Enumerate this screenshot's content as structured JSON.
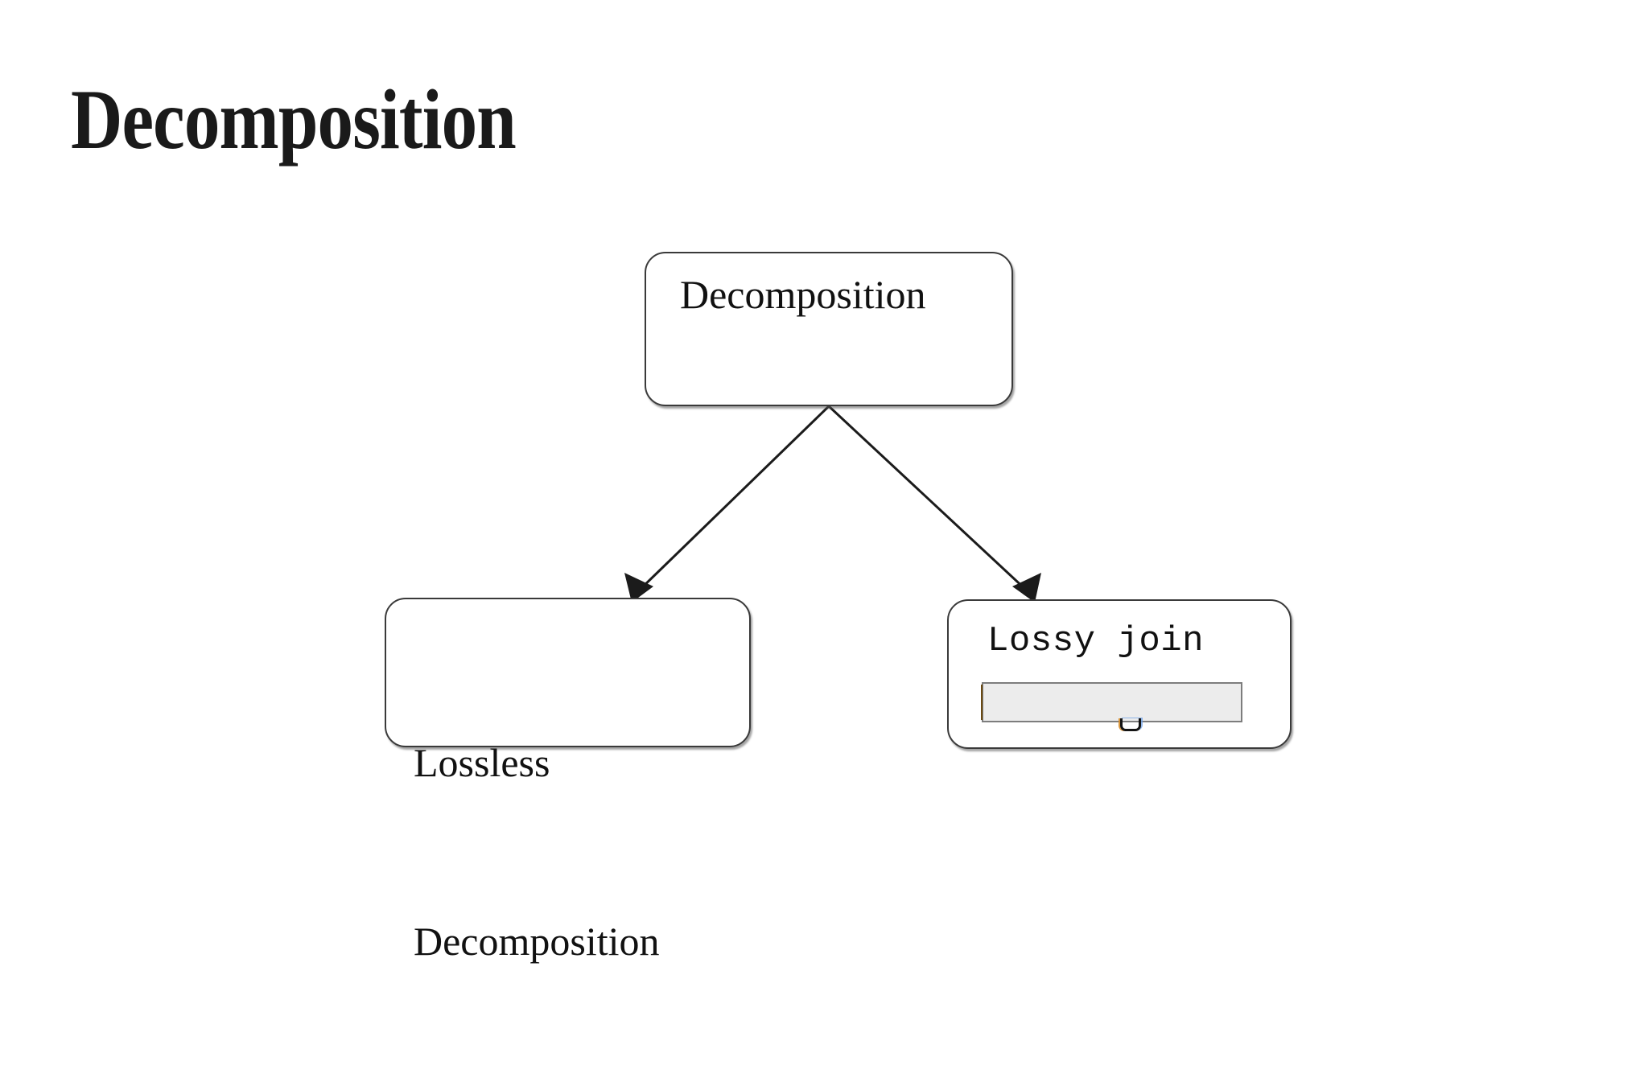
{
  "slide": {
    "title": "Decomposition",
    "background_color": "#ffffff"
  },
  "diagram": {
    "type": "tree",
    "nodes": [
      {
        "id": "root",
        "label": "Decomposition",
        "font": "serif",
        "border_color": "#3a3a3a",
        "fill_color": "#ffffff"
      },
      {
        "id": "lossless",
        "label_line1": "Lossless",
        "label_line2": "Decomposition",
        "font": "serif",
        "border_color": "#3a3a3a",
        "fill_color": "#ffffff"
      },
      {
        "id": "lossy",
        "label": "Lossy join",
        "font": "monospace",
        "border_color": "#3a3a3a",
        "fill_color": "#ffffff",
        "input": {
          "value": "",
          "placeholder": "",
          "fill_color": "#ececec",
          "border_color": "#7d7d7d"
        }
      }
    ],
    "edges": [
      {
        "from": "root",
        "to": "lossless",
        "arrow": "open-down-left"
      },
      {
        "from": "root",
        "to": "lossy",
        "arrow": "open-down-right"
      }
    ]
  }
}
